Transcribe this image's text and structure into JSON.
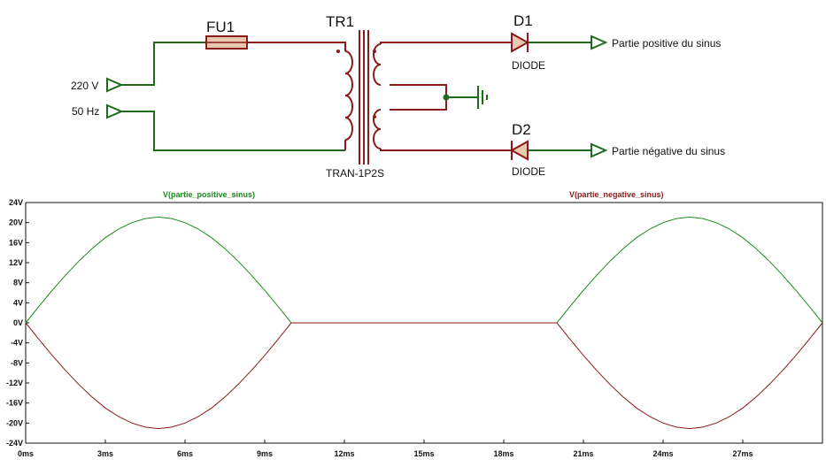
{
  "schematic": {
    "fuse_ref": "FU1",
    "transformer_ref": "TR1",
    "transformer_model": "TRAN-1P2S",
    "diode1_ref": "D1",
    "diode1_model": "DIODE",
    "diode2_ref": "D2",
    "diode2_model": "DIODE",
    "input_voltage": "220 V",
    "input_frequency": "50 Hz",
    "output_positive": "Partie positive du sinus",
    "output_negative": "Partie négative du sinus",
    "colors": {
      "wire_primary": "#1e6b1e",
      "wire_secondary": "#8b1a1a",
      "component": "#8b1a1a"
    }
  },
  "chart_data": {
    "type": "line",
    "x_unit": "ms",
    "y_unit": "V",
    "xlim": [
      0,
      30
    ],
    "ylim": [
      -24,
      24
    ],
    "x_ticks": [
      0,
      3,
      6,
      9,
      12,
      15,
      18,
      21,
      24,
      27
    ],
    "y_ticks": [
      24,
      20,
      16,
      12,
      8,
      4,
      0,
      -4,
      -8,
      -12,
      -16,
      -20,
      -24
    ],
    "x_tick_labels": [
      "0ms",
      "3ms",
      "6ms",
      "9ms",
      "12ms",
      "15ms",
      "18ms",
      "21ms",
      "24ms",
      "27ms"
    ],
    "y_tick_labels": [
      "24V",
      "20V",
      "16V",
      "12V",
      "8V",
      "4V",
      "0V",
      "-4V",
      "-8V",
      "-12V",
      "-16V",
      "-20V",
      "-24V"
    ],
    "grid": false,
    "series": [
      {
        "name": "V(partie_positive_sinus)",
        "color": "#1a8c1a",
        "x": [
          0,
          0.5,
          1,
          1.5,
          2,
          2.5,
          3,
          3.5,
          4,
          4.5,
          5,
          5.5,
          6,
          6.5,
          7,
          7.5,
          8,
          8.5,
          9,
          9.5,
          10,
          12,
          15,
          18,
          20,
          20.5,
          21,
          21.5,
          22,
          22.5,
          23,
          23.5,
          24,
          24.5,
          25,
          25.5,
          26,
          26.5,
          27,
          27.5,
          28,
          28.5,
          29,
          29.5,
          30
        ],
        "y": [
          0,
          3.3,
          6.5,
          9.5,
          12.3,
          14.8,
          17,
          18.7,
          20,
          20.8,
          21.1,
          20.8,
          20,
          18.7,
          17,
          14.8,
          12.3,
          9.5,
          6.5,
          3.3,
          0,
          0,
          0,
          0,
          0,
          3.3,
          6.5,
          9.5,
          12.3,
          14.8,
          17,
          18.7,
          20,
          20.8,
          21.1,
          20.8,
          20,
          18.7,
          17,
          14.8,
          12.3,
          9.5,
          6.5,
          3.3,
          0
        ]
      },
      {
        "name": "V(partie_negative_sinus)",
        "color": "#8b1a1a",
        "x": [
          0,
          0.5,
          1,
          1.5,
          2,
          2.5,
          3,
          3.5,
          4,
          4.5,
          5,
          5.5,
          6,
          6.5,
          7,
          7.5,
          8,
          8.5,
          9,
          9.5,
          10,
          12,
          15,
          18,
          20,
          20.5,
          21,
          21.5,
          22,
          22.5,
          23,
          23.5,
          24,
          24.5,
          25,
          25.5,
          26,
          26.5,
          27,
          27.5,
          28,
          28.5,
          29,
          29.5,
          30
        ],
        "y": [
          0,
          -3.3,
          -6.5,
          -9.5,
          -12.3,
          -14.8,
          -17,
          -18.7,
          -20,
          -20.8,
          -21.1,
          -20.8,
          -20,
          -18.7,
          -17,
          -14.8,
          -12.3,
          -9.5,
          -6.5,
          -3.3,
          0,
          0,
          0,
          0,
          0,
          -3.3,
          -6.5,
          -9.5,
          -12.3,
          -14.8,
          -17,
          -18.7,
          -20,
          -20.8,
          -21.1,
          -20.8,
          -20,
          -18.7,
          -17,
          -14.8,
          -12.3,
          -9.5,
          -6.5,
          -3.3,
          0
        ]
      }
    ]
  }
}
